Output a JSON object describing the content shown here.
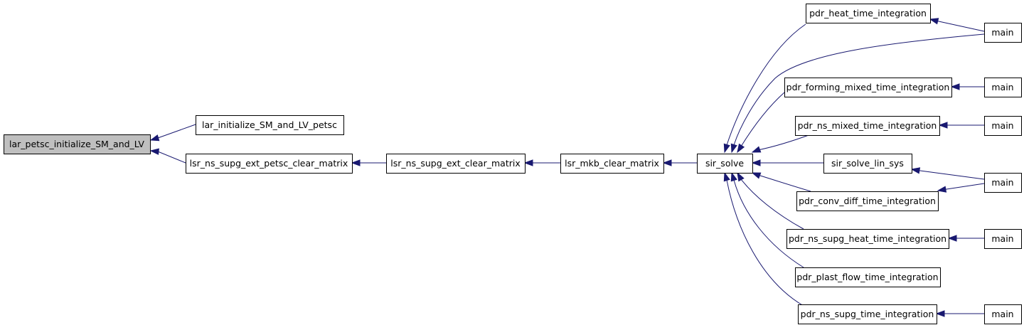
{
  "graph": {
    "edge_color": "#191970",
    "root_fill": "#bfbfbf",
    "nodes": [
      {
        "id": "n0",
        "label": "lar_petsc_initialize_SM_and_LV"
      },
      {
        "id": "n1",
        "label": "lar_initialize_SM_and_LV_petsc"
      },
      {
        "id": "n2",
        "label": "lsr_ns_supg_ext_petsc_clear_matrix"
      },
      {
        "id": "n3",
        "label": "lsr_ns_supg_ext_clear_matrix"
      },
      {
        "id": "n4",
        "label": "lsr_mkb_clear_matrix"
      },
      {
        "id": "n5",
        "label": "sir_solve"
      },
      {
        "id": "n6",
        "label": "pdr_heat_time_integration"
      },
      {
        "id": "n7",
        "label": "pdr_forming_mixed_time_integration"
      },
      {
        "id": "n8",
        "label": "pdr_ns_mixed_time_integration"
      },
      {
        "id": "n9",
        "label": "sir_solve_lin_sys"
      },
      {
        "id": "n10",
        "label": "pdr_conv_diff_time_integration"
      },
      {
        "id": "n11",
        "label": "pdr_ns_supg_heat_time_integration"
      },
      {
        "id": "n12",
        "label": "pdr_plast_flow_time_integration"
      },
      {
        "id": "n13",
        "label": "pdr_ns_supg_time_integration"
      },
      {
        "id": "m1",
        "label": "main"
      },
      {
        "id": "m2",
        "label": "main"
      },
      {
        "id": "m3",
        "label": "main"
      },
      {
        "id": "m4",
        "label": "main"
      },
      {
        "id": "m5",
        "label": "main"
      },
      {
        "id": "m6",
        "label": "main"
      }
    ],
    "edges": [
      {
        "from": "n1",
        "to": "n0"
      },
      {
        "from": "n2",
        "to": "n0"
      },
      {
        "from": "n3",
        "to": "n2"
      },
      {
        "from": "n4",
        "to": "n3"
      },
      {
        "from": "n5",
        "to": "n4"
      },
      {
        "from": "n6",
        "to": "n5"
      },
      {
        "from": "m1",
        "to": "n5"
      },
      {
        "from": "n7",
        "to": "n5"
      },
      {
        "from": "n8",
        "to": "n5"
      },
      {
        "from": "n9",
        "to": "n5"
      },
      {
        "from": "n10",
        "to": "n5"
      },
      {
        "from": "n11",
        "to": "n5"
      },
      {
        "from": "n12",
        "to": "n5"
      },
      {
        "from": "n13",
        "to": "n5"
      },
      {
        "from": "m1",
        "to": "n6"
      },
      {
        "from": "m2",
        "to": "n7"
      },
      {
        "from": "m3",
        "to": "n8"
      },
      {
        "from": "m4",
        "to": "n9"
      },
      {
        "from": "m4",
        "to": "n10"
      },
      {
        "from": "m5",
        "to": "n11"
      },
      {
        "from": "m6",
        "to": "n13"
      }
    ]
  }
}
